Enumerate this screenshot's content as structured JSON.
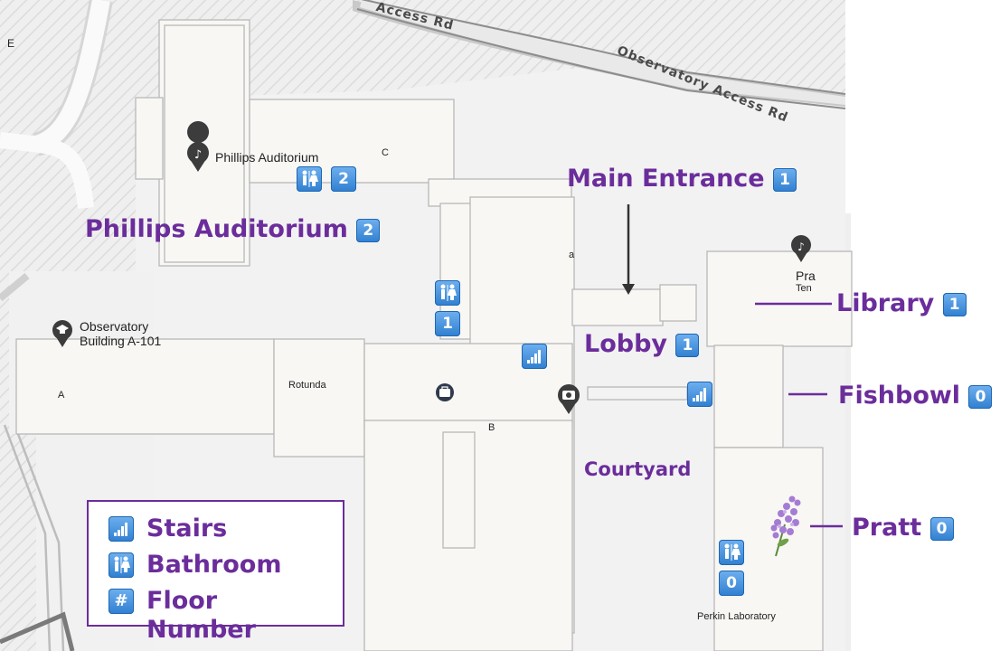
{
  "roads": {
    "upper": "Access Rd",
    "main": "Observatory Access Rd"
  },
  "edge_text": "E",
  "pois": {
    "phillips_small": "Phillips Auditorium",
    "observatory_line1": "Observatory",
    "observatory_line2": "Building A-101",
    "pratt_line1": "Pra",
    "pratt_line2": "Ten",
    "perkin": "Perkin Laboratory"
  },
  "buildings": {
    "a_upper": "A",
    "a_lower": "a",
    "b": "B",
    "c": "C",
    "rotunda": "Rotunda"
  },
  "callouts": {
    "phillips": {
      "label": "Phillips Auditorium",
      "floor": "2"
    },
    "main_entrance": {
      "label": "Main Entrance",
      "floor": "1"
    },
    "library": {
      "label": "Library",
      "floor": "1"
    },
    "lobby": {
      "label": "Lobby",
      "floor": "1"
    },
    "fishbowl": {
      "label": "Fishbowl",
      "floor": "0"
    },
    "pratt": {
      "label": "Pratt",
      "floor": "0"
    },
    "courtyard": {
      "label": "Courtyard"
    }
  },
  "markers": {
    "c_floor": "2",
    "center_floor": "1",
    "perkin_floor": "0"
  },
  "legend": {
    "stairs": "Stairs",
    "bathroom": "Bathroom",
    "floor_number": "Floor Number",
    "hash": "#"
  },
  "colors": {
    "accent": "#6b2d9b",
    "badge": "#3a8ad8",
    "building": "#f8f7f4",
    "ground": "#efefef"
  },
  "icons": [
    "music-pin-icon",
    "graduation-cap-pin-icon",
    "camera-pin-icon",
    "briefcase-icon",
    "stairs-icon",
    "restroom-icon",
    "lilac-flower-icon",
    "arrow-down-icon"
  ]
}
